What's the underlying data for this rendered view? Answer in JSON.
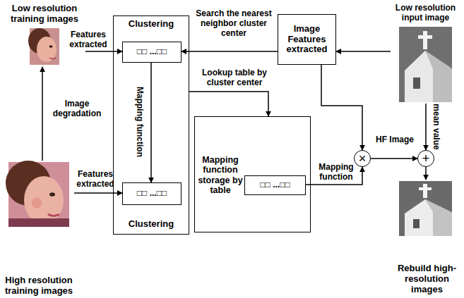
{
  "diagram": {
    "nodes": [
      {
        "text": [
          "Low resolution training images"
        ]
      },
      {
        "text": [
          "Clustering",
          "Clustering"
        ]
      },
      {
        "text": [
          "□□ ...□□"
        ],
        "in": 1
      },
      {
        "text": [
          "□□ ...□□"
        ],
        "in": 1
      },
      {
        "text": [
          "High resolution training images"
        ]
      },
      {
        "text": [
          "Image Features extracted"
        ]
      },
      {
        "text": [
          "Low resolution input image"
        ]
      },
      {
        "text": [
          "Mapping function storage by table"
        ]
      },
      {
        "text": [
          "□□ ...□□"
        ],
        "in": 7
      },
      {
        "text": [
          "×"
        ]
      },
      {
        "text": [
          "+"
        ]
      },
      {
        "text": [
          "Rebuild high-resolution images"
        ]
      }
    ],
    "edges": [
      {
        "from": 0,
        "to": 2,
        "label": "Features extracted",
        "arrow": "to"
      },
      {
        "from": 4,
        "to": 3,
        "label": "Features extracted",
        "arrow": "to"
      },
      {
        "from": 4,
        "to": 0,
        "label": "Image degradation",
        "arrow": "to"
      },
      {
        "from": 2,
        "to": 3,
        "label": "Mapping function",
        "arrow": "to"
      },
      {
        "from": 5,
        "to": 2,
        "label": "Search the nearest neighbor cluster center",
        "arrow": "to"
      },
      {
        "from": 1,
        "to": 7,
        "label": "Lookup table by cluster center",
        "arrow": "to"
      },
      {
        "from": 6,
        "to": 5,
        "arrow": "to"
      },
      {
        "from": 8,
        "to": 9,
        "label": "Mapping function",
        "arrow": "to"
      },
      {
        "from": 5,
        "to": 9,
        "arrow": "to"
      },
      {
        "from": 9,
        "to": 10,
        "label": "HF Image",
        "arrow": "to"
      },
      {
        "from": 6,
        "to": 10,
        "label": "mean value",
        "arrow": "to"
      },
      {
        "from": 10,
        "to": 11,
        "arrow": "to"
      }
    ]
  }
}
